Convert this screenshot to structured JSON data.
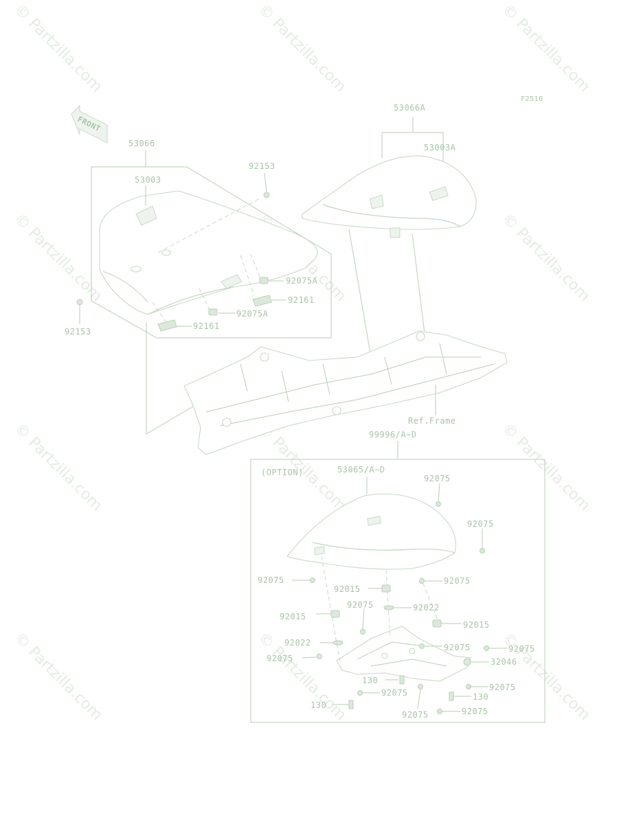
{
  "diagram": {
    "figure_code": "F2510",
    "front_label": "FRONT",
    "watermark": "© Partzilla.com",
    "option_label": "(OPTION)",
    "callouts": {
      "seat_assy": "53066",
      "seat_rear_assy": "53066A",
      "seat_cover": "53003",
      "seat_cover_rear": "53003A",
      "screw_top": "92153",
      "screw_left": "92153",
      "damper_a1": "92075A",
      "damper_a2": "92075A",
      "clip_1": "92161",
      "clip_2": "92161",
      "ref_frame": "Ref.Frame",
      "option_kit": "99996/A~D",
      "cowl_assy": "53065/A~D",
      "opt_92075_1": "92075",
      "opt_92075_2": "92075",
      "opt_92075_3": "92075",
      "opt_92075_4": "92075",
      "opt_92075_5": "92075",
      "opt_92075_6": "92075",
      "opt_92075_7": "92075",
      "opt_92075_8": "92075",
      "opt_92075_9": "92075",
      "opt_92075_10": "92075",
      "opt_92075_11": "92075",
      "opt_92075_12": "92075",
      "opt_92015_1": "92015",
      "opt_92015_2": "92015",
      "opt_92015_3": "92015",
      "opt_92022_1": "92022",
      "opt_92022_2": "92022",
      "opt_32046": "32046",
      "opt_130_1": "130",
      "opt_130_2": "130",
      "opt_130_3": "130"
    }
  }
}
